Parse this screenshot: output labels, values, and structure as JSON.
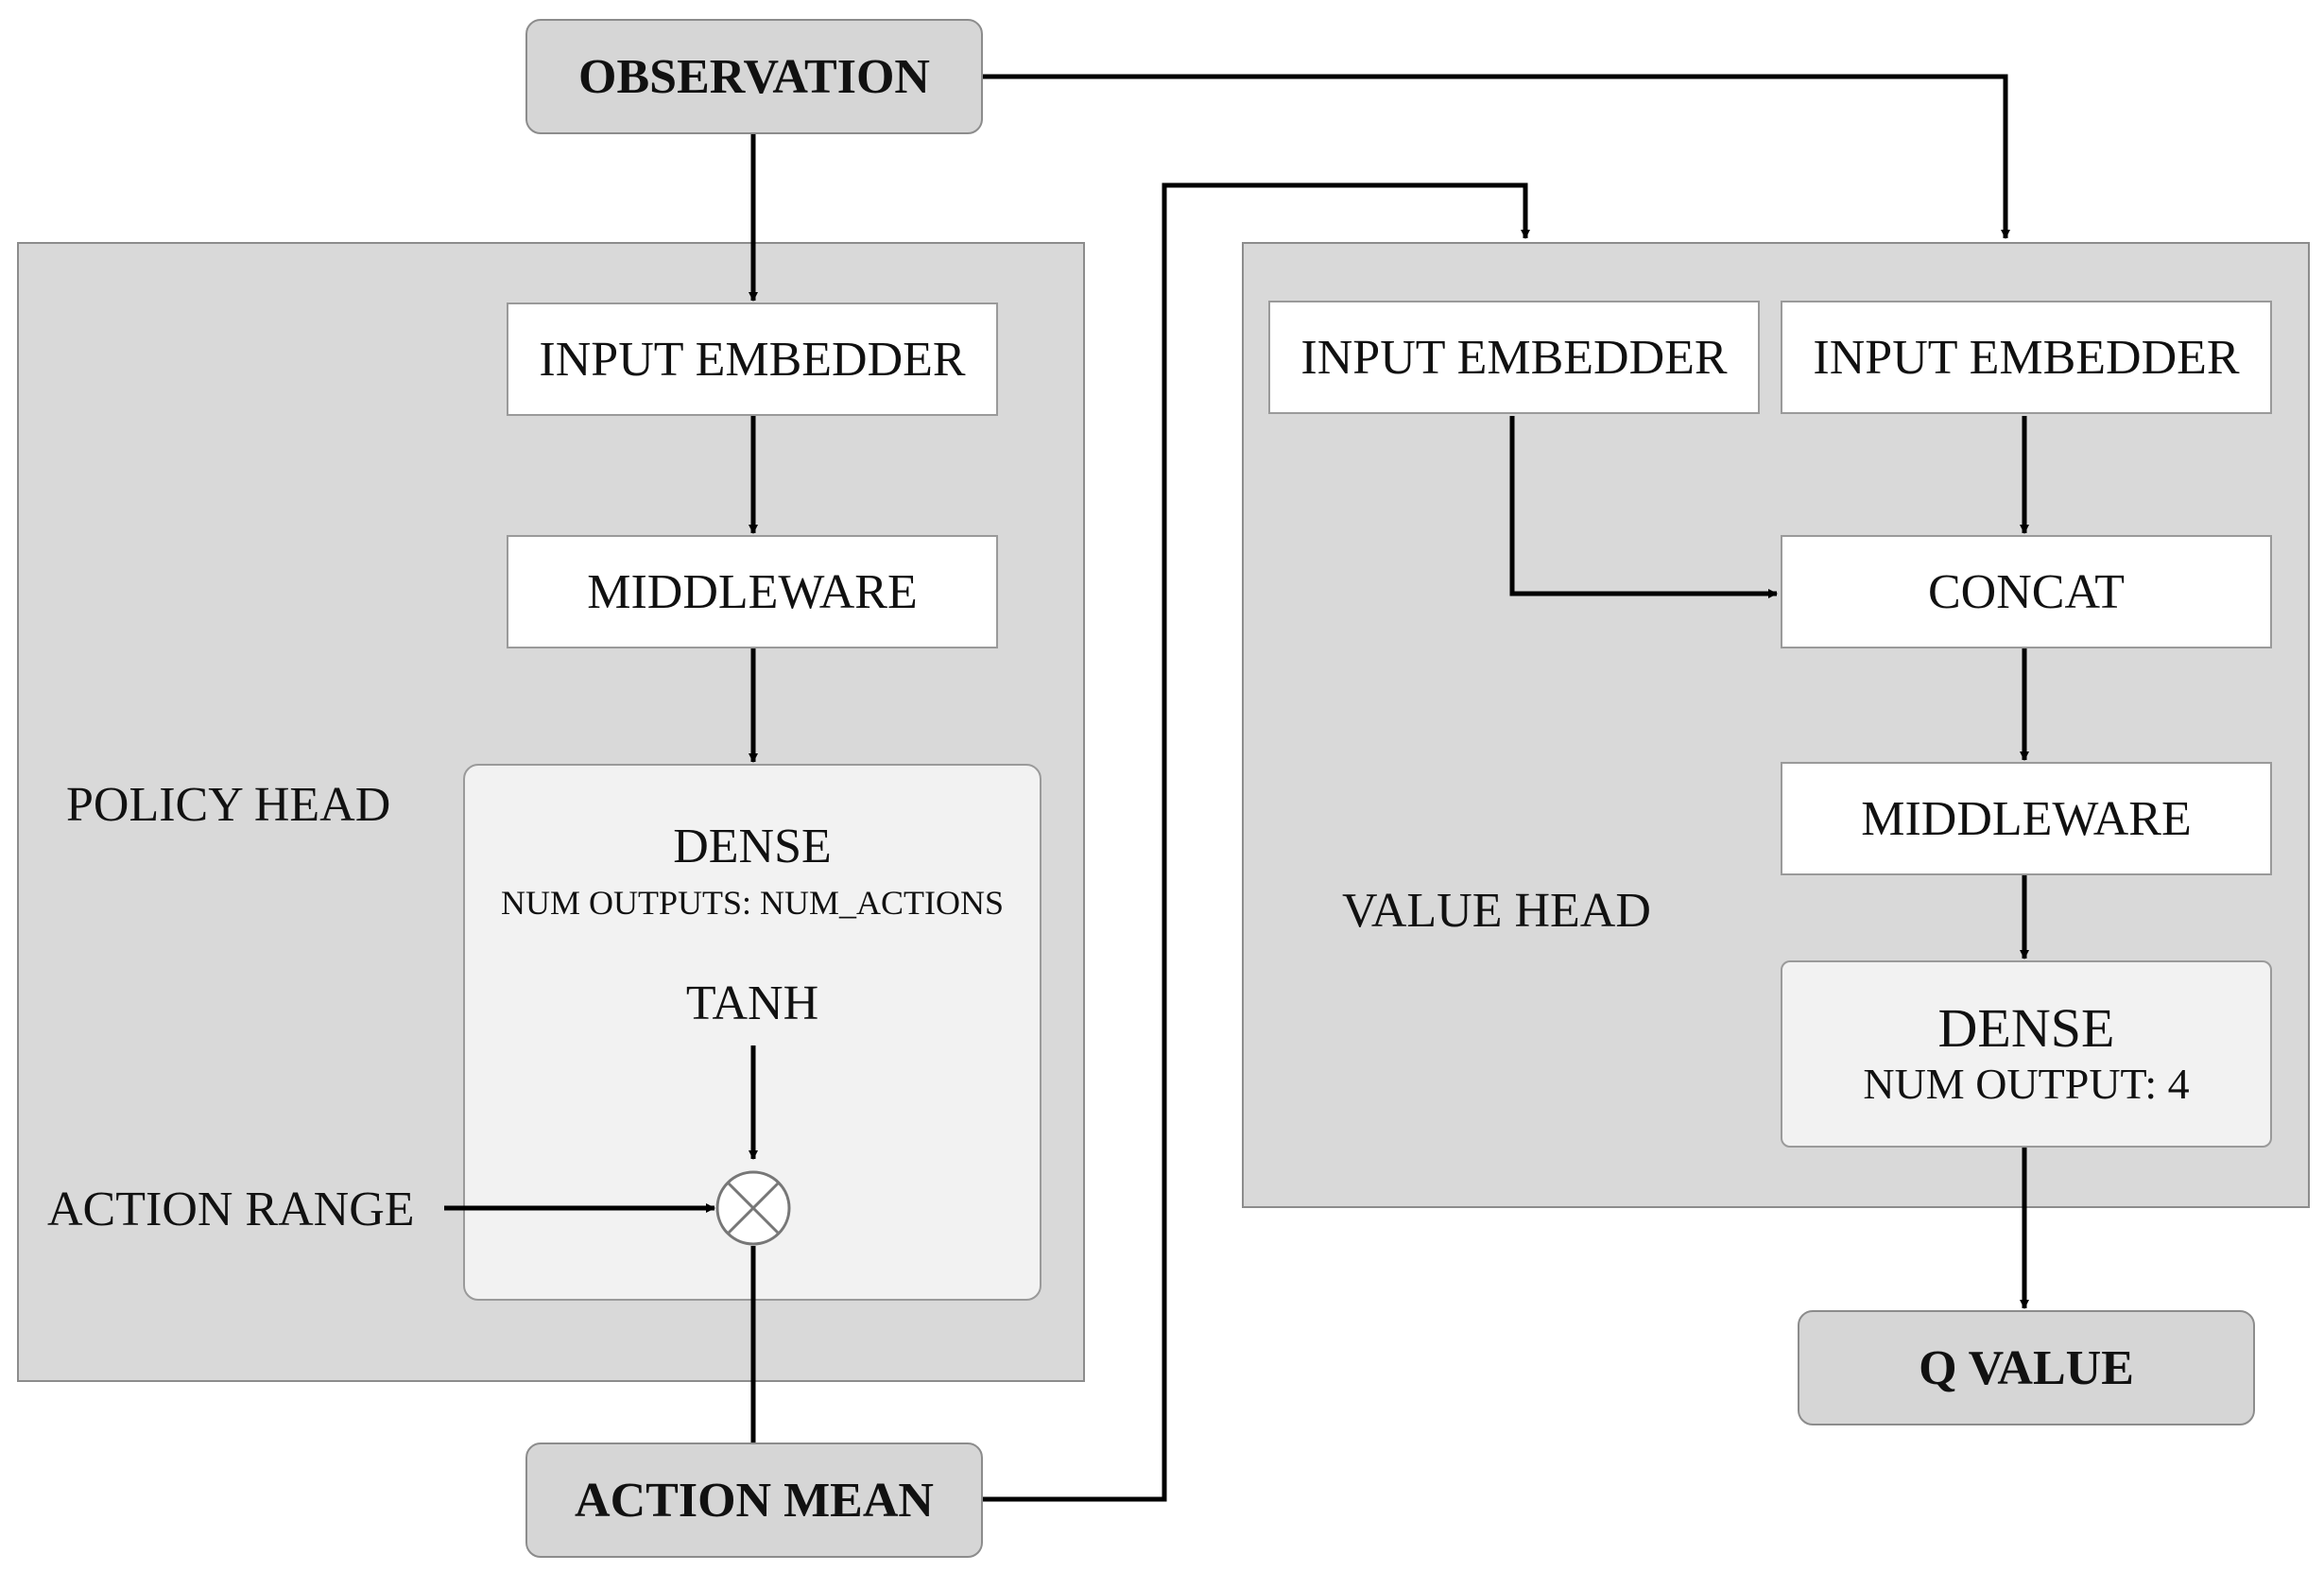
{
  "nodes": {
    "observation": "OBSERVATION",
    "action_mean": "ACTION MEAN",
    "q_value": "Q VALUE"
  },
  "policy_head": {
    "title": "POLICY HEAD",
    "input_embedder": "INPUT EMBEDDER",
    "middleware": "MIDDLEWARE",
    "dense_title": "DENSE",
    "dense_outputs": "NUM OUTPUTS: NUM_ACTIONS",
    "activation": "TANH",
    "action_range": "ACTION RANGE"
  },
  "value_head": {
    "title": "VALUE HEAD",
    "input_embedder_left": "INPUT EMBEDDER",
    "input_embedder_right": "INPUT EMBEDDER",
    "concat": "CONCAT",
    "middleware": "MIDDLEWARE",
    "dense_title": "DENSE",
    "dense_outputs": "NUM OUTPUT: 4"
  },
  "icons": {
    "multiply_node": "circled-times-icon"
  }
}
